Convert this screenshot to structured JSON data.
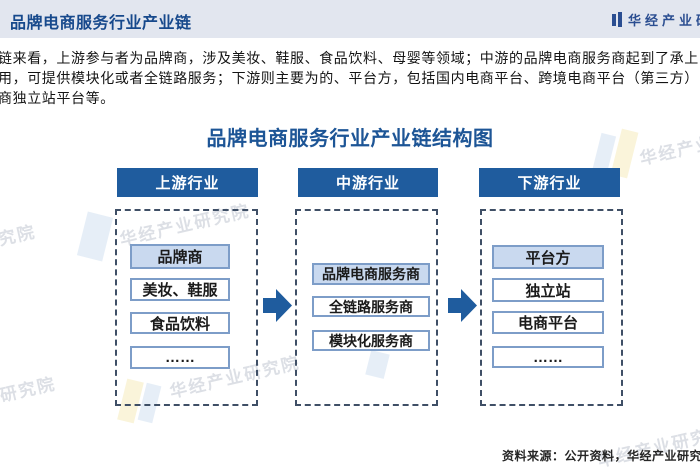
{
  "header": {
    "title": "品牌电商服务行业产业链",
    "brand_name": "华经产业研究院"
  },
  "intro": {
    "line1": "链来看，上游参与者为品牌商，涉及美妆、鞋服、食品饮料、母婴等领域；中游的品牌电商服务商起到了承上",
    "line2": "用，可提供模块化或者全链路服务；下游则主要为的、平台方，包括国内电商平台、跨境电商平台（第三方）",
    "line3": "商独立站平台等。"
  },
  "diagram": {
    "title": "品牌电商服务行业产业链结构图",
    "columns": [
      {
        "header": "上游行业",
        "lead": "品牌商",
        "items": [
          "美妆、鞋服",
          "食品饮料",
          "……"
        ]
      },
      {
        "header": "中游行业",
        "lead": "品牌电商服务商",
        "items": [
          "全链路服务商",
          "模块化服务商"
        ]
      },
      {
        "header": "下游行业",
        "lead": "平台方",
        "items": [
          "独立站",
          "电商平台",
          "……"
        ]
      }
    ]
  },
  "footer": {
    "source": "资料来源：公开资料，华经产业研究院整理"
  },
  "watermark": {
    "text": "华经产业研究院"
  },
  "colors": {
    "primary_blue": "#1f5c9e",
    "title_blue": "#17498c",
    "diagram_title_blue": "#1d5596",
    "lead_fill": "#c9d9ef",
    "box_border": "#7d9dc8",
    "topbar_bg": "#e2e6ef",
    "dash_border": "#3f4f66"
  }
}
